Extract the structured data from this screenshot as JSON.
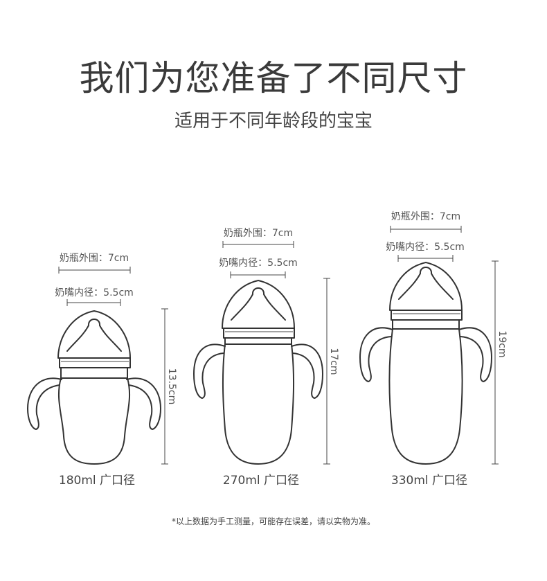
{
  "title": "我们为您准备了不同尺寸",
  "subtitle": "适用于不同年龄段的宝宝",
  "bottles": [
    {
      "outer_label": "奶瓶外围：7cm",
      "inner_label": "奶嘴内径：5.5cm",
      "height_label": "13.5cm",
      "caption": "180ml 广口径"
    },
    {
      "outer_label": "奶瓶外围：7cm",
      "inner_label": "奶嘴内径：5.5cm",
      "height_label": "17cm",
      "caption": "270ml 广口径"
    },
    {
      "outer_label": "奶瓶外围：7cm",
      "inner_label": "奶嘴内径：5.5cm",
      "height_label": "19cm",
      "caption": "330ml 广口径"
    }
  ],
  "note": "*以上数据为手工测量，可能存在误差，请以实物为准。"
}
